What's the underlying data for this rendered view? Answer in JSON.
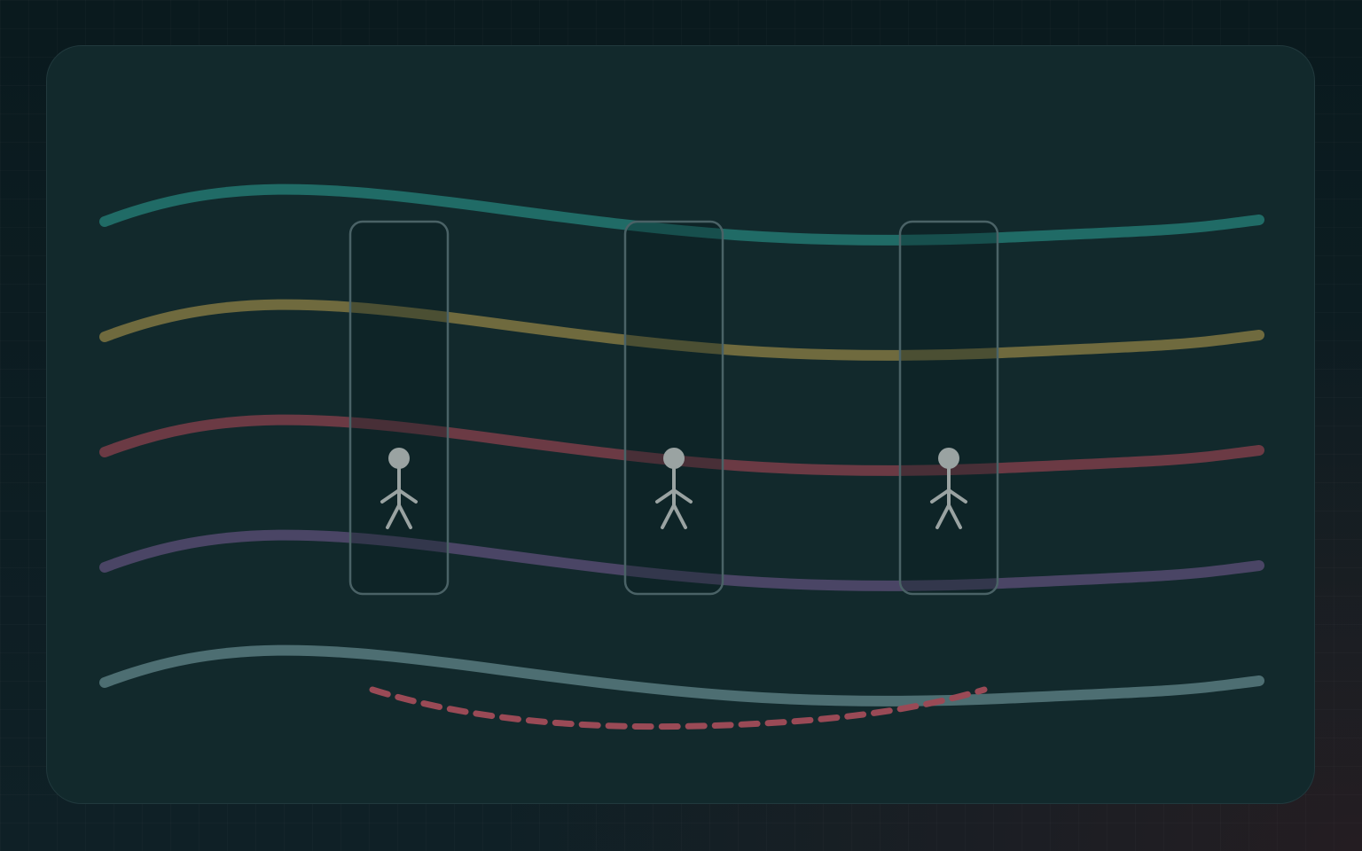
{
  "scene": {
    "lanes": [
      {
        "id": "lane-1",
        "color": "#206b66"
      },
      {
        "id": "lane-2",
        "color": "#6f6a3e"
      },
      {
        "id": "lane-3",
        "color": "#6b3a44"
      },
      {
        "id": "lane-4",
        "color": "#4a4565"
      },
      {
        "id": "lane-5",
        "color": "#4d6e72"
      }
    ],
    "gates": [
      {
        "id": "gate-1",
        "icon": "person-icon"
      },
      {
        "id": "gate-2",
        "icon": "person-icon"
      },
      {
        "id": "gate-3",
        "icon": "person-icon"
      }
    ],
    "dashed_path_color": "#9a4a56",
    "figure_color": "#9aa3a2",
    "gate_border_color": "#4a6266"
  }
}
